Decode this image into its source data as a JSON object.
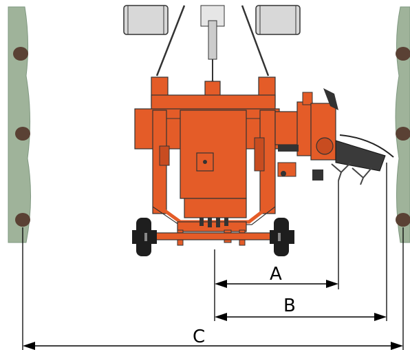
{
  "dimensions": {
    "a_label": "A",
    "b_label": "B",
    "c_label": "C"
  },
  "colors": {
    "machine": "#e45c28",
    "machine_dark": "#b8441a",
    "hedge": "#9fb39a",
    "hedge_edge": "#7f9880",
    "trunk": "#5a4134",
    "tractor": "#d8d8d8",
    "tire": "#1e1e1e"
  },
  "icons": [
    "hedge-row-left",
    "hedge-row-right",
    "tractor-rear",
    "mulcher-machine",
    "side-mower-arm"
  ]
}
